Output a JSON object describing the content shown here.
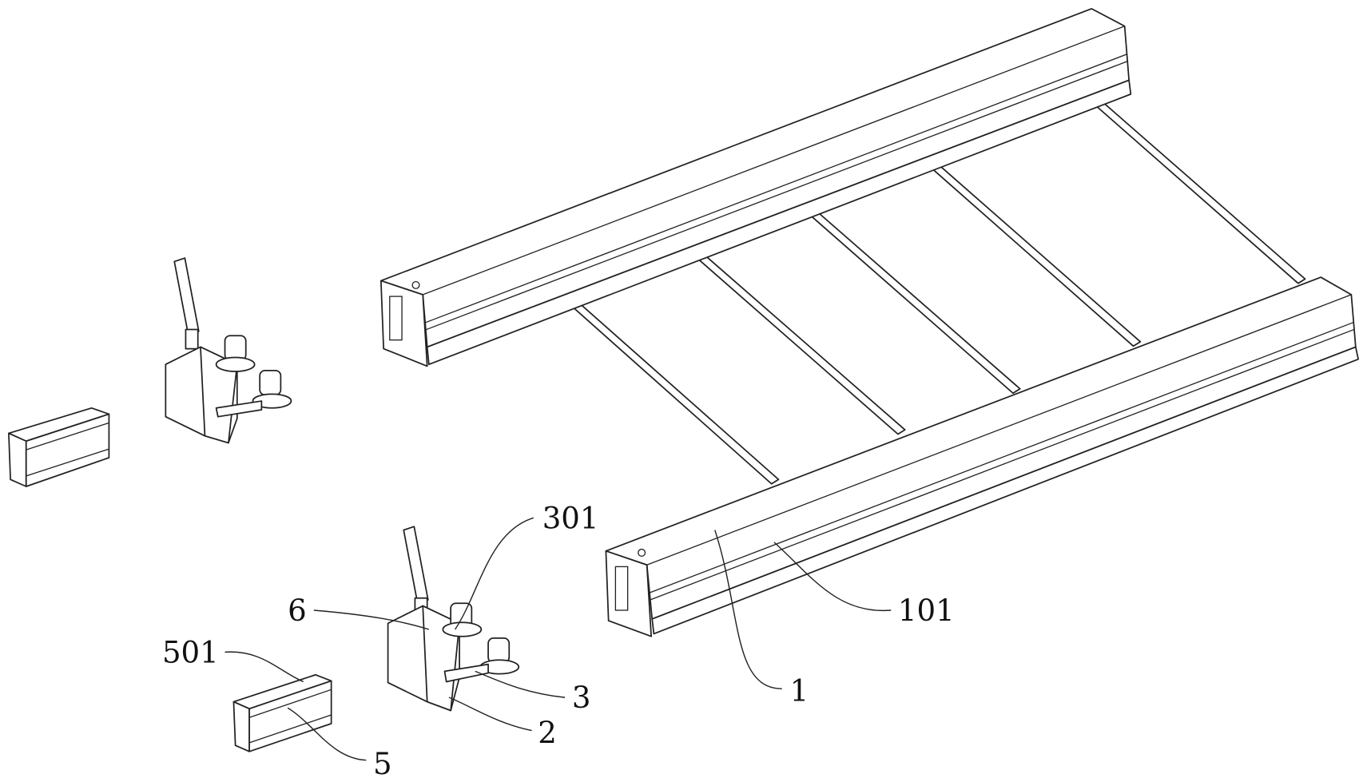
{
  "figure": {
    "labels": {
      "rail": "1",
      "rail_groove": "101",
      "clamp_body": "2",
      "cutter_arm": "3",
      "cutter_motor": "301",
      "i_beam": "5",
      "i_beam_top": "501",
      "guide": "6"
    }
  }
}
